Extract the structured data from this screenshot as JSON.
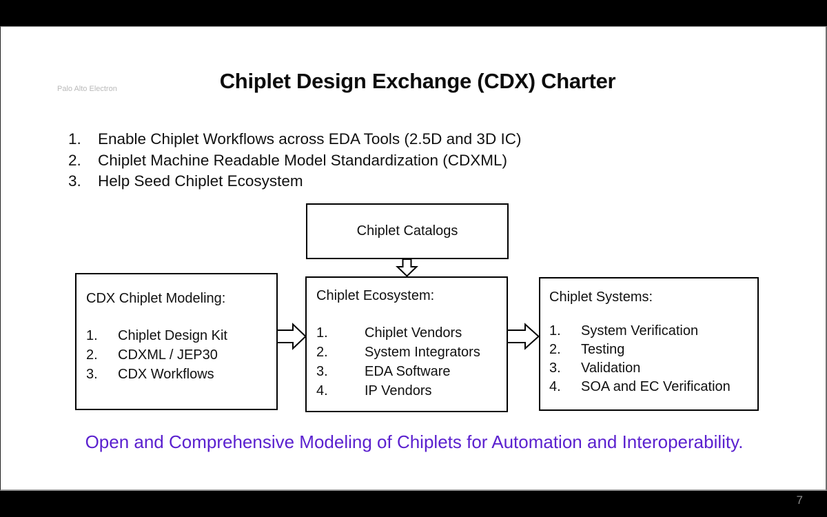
{
  "colors": {
    "accent-purple": "#5b21cf",
    "watermark-gray": "#b9b9b9",
    "page-number-gray": "#8a8a8a",
    "box-border": "#000000"
  },
  "slide": {
    "watermark": "Palo Alto Electron",
    "title": "Chiplet Design Exchange (CDX) Charter",
    "tagline": "Open and Comprehensive Modeling of Chiplets for Automation and Interoperability.",
    "page_number": "7"
  },
  "charter_list": [
    {
      "num": "1.",
      "text": "Enable Chiplet Workflows across EDA Tools (2.5D and 3D IC)"
    },
    {
      "num": "2.",
      "text": "Chiplet Machine Readable Model Standardization (CDXML)"
    },
    {
      "num": "3.",
      "text": "Help Seed Chiplet Ecosystem"
    }
  ],
  "diagram": {
    "catalog_label": "Chiplet Catalogs",
    "modeling_box": {
      "title": "CDX Chiplet Modeling:",
      "items": [
        {
          "num": "1.",
          "text": "Chiplet Design Kit"
        },
        {
          "num": "2.",
          "text": "CDXML / JEP30"
        },
        {
          "num": "3.",
          "text": "CDX Workflows"
        }
      ]
    },
    "ecosystem_box": {
      "title": "Chiplet Ecosystem:",
      "items": [
        {
          "num": "1.",
          "text": "Chiplet Vendors"
        },
        {
          "num": "2.",
          "text": "System Integrators"
        },
        {
          "num": "3.",
          "text": "EDA Software"
        },
        {
          "num": "4.",
          "text": "IP Vendors"
        }
      ]
    },
    "systems_box": {
      "title": "Chiplet Systems:",
      "items": [
        {
          "num": "1.",
          "text": "System Verification"
        },
        {
          "num": "2.",
          "text": "Testing"
        },
        {
          "num": "3.",
          "text": "Validation"
        },
        {
          "num": "4.",
          "text": "SOA and EC Verification"
        }
      ]
    }
  }
}
